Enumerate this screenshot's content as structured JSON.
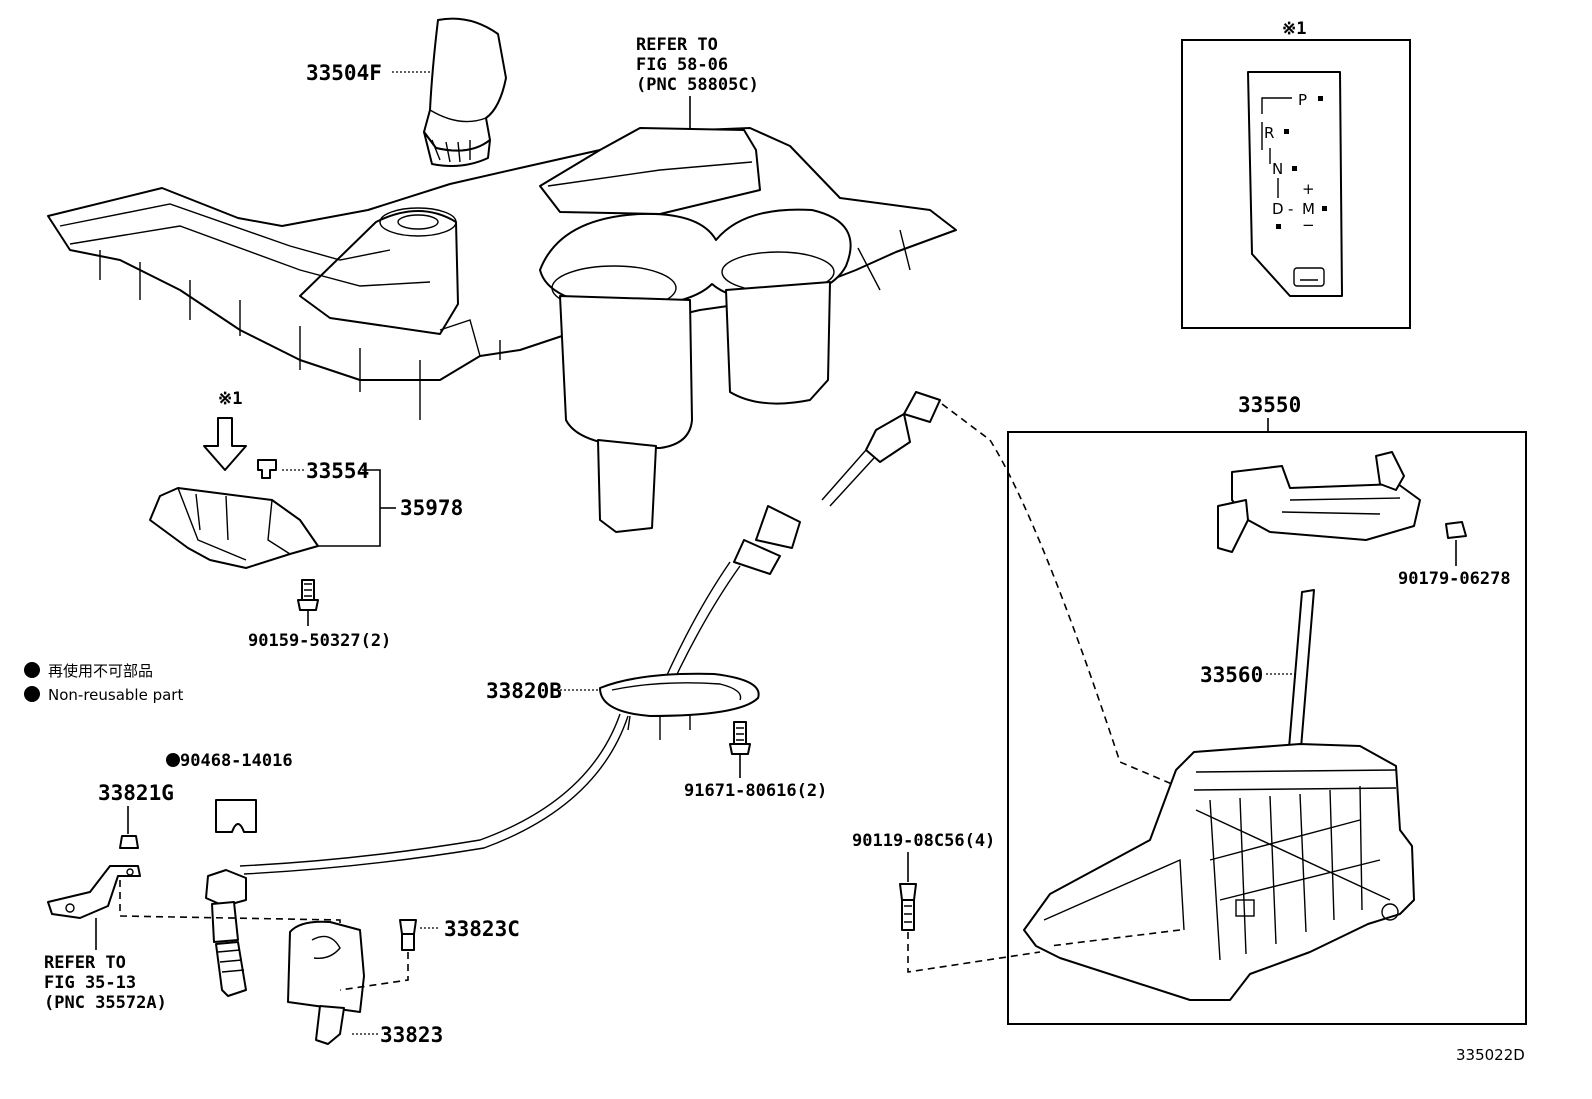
{
  "labels": {
    "shift_knob": "33504F",
    "refer_58_line1": "REFER TO",
    "refer_58_line2": "FIG 58-06",
    "refer_58_line3": "(PNC 58805C)",
    "inset_marker_top": "※1",
    "inset_marker_arrow": "※1",
    "indicator_part": "33554",
    "indicator_assy": "35978",
    "screw_1": "90159-50327(2)",
    "legend_jp": "再使用不可部品",
    "legend_en": "Non-reusable part",
    "cable": "33820B",
    "clip": "90468-14016",
    "bolt_boot": "91671-80616(2)",
    "bracket_nut": "33821G",
    "refer_35_line1": "REFER TO",
    "refer_35_line2": "FIG 35-13",
    "refer_35_line3": "(PNC 35572A)",
    "bracket_bolt": "33823C",
    "cable_bracket": "33823",
    "shifter_assy": "33550",
    "shifter_nut": "90179-06278",
    "shift_lever": "33560",
    "shifter_bolt": "90119-08C56(4)",
    "diagram_code": "335022D"
  },
  "shift_pattern": {
    "p": "P",
    "r": "R",
    "n": "N",
    "d": "D",
    "m": "M",
    "plus": "+",
    "minus": "−"
  }
}
